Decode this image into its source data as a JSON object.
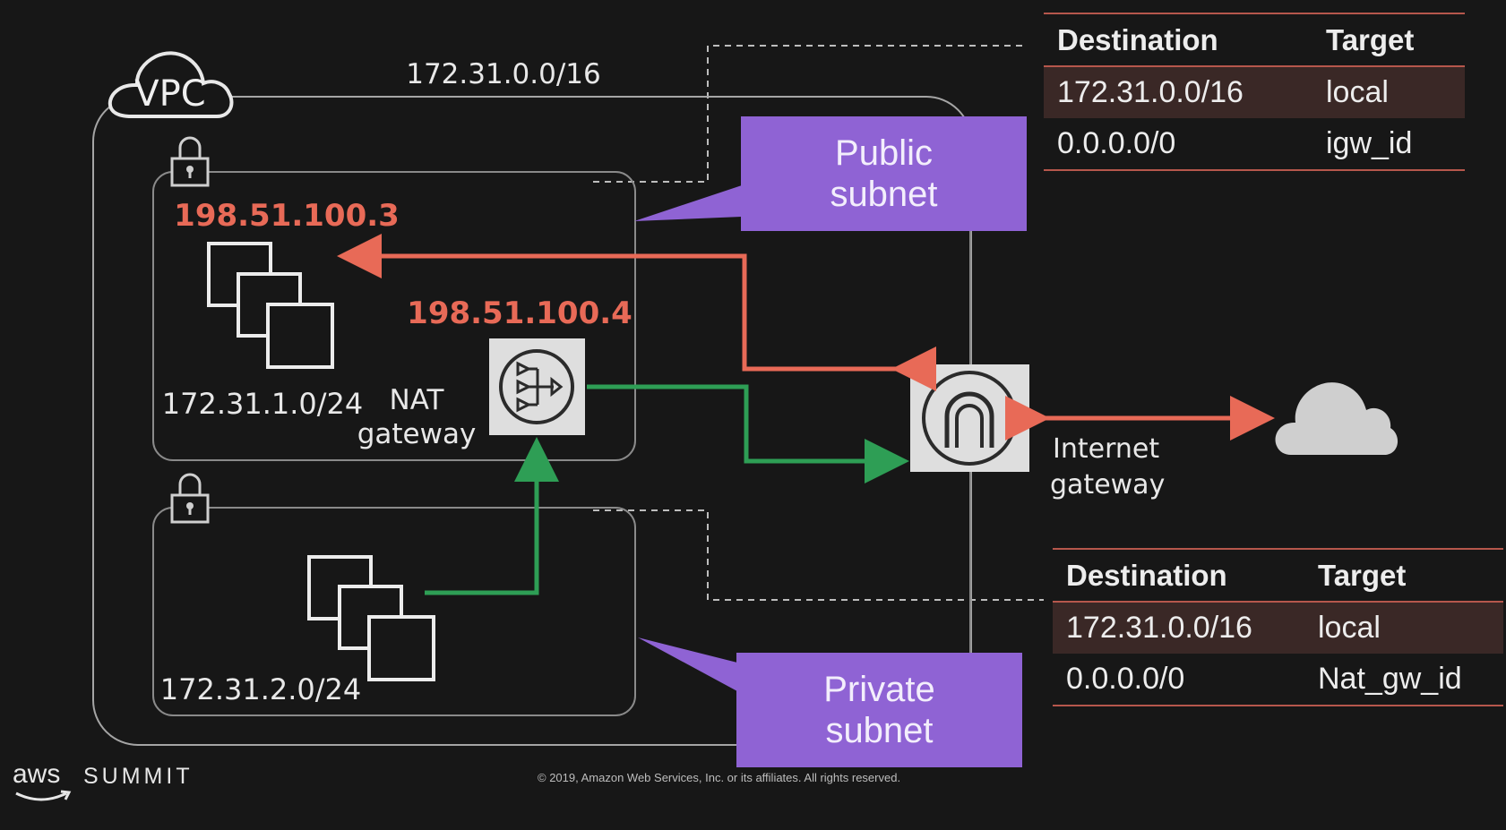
{
  "vpc": {
    "badge": "VPC",
    "cidr": "172.31.0.0/16"
  },
  "public_subnet": {
    "cidr": "172.31.1.0/24",
    "instance_ip": "198.51.100.3",
    "callout": "Public\nsubnet"
  },
  "nat_gateway": {
    "label_line1": "NAT",
    "label_line2": "gateway",
    "ip": "198.51.100.4"
  },
  "private_subnet": {
    "cidr": "172.31.2.0/24",
    "callout": "Private\nsubnet"
  },
  "internet_gateway": {
    "label_line1": "Internet",
    "label_line2": "gateway"
  },
  "public_route_table": {
    "headers": [
      "Destination",
      "Target"
    ],
    "rows": [
      [
        "172.31.0.0/16",
        "local"
      ],
      [
        "0.0.0.0/0",
        "igw_id"
      ]
    ]
  },
  "private_route_table": {
    "headers": [
      "Destination",
      "Target"
    ],
    "rows": [
      [
        "172.31.0.0/16",
        "local"
      ],
      [
        "0.0.0.0/0",
        "Nat_gw_id"
      ]
    ]
  },
  "footer": {
    "aws": "aws",
    "summit": "SUMMIT",
    "copyright": "© 2019, Amazon Web Services, Inc. or its affiliates. All rights reserved."
  },
  "colors": {
    "background": "#171717",
    "callout": "#8f63d4",
    "ip_text": "#e86a57",
    "red_arrow": "#e86a57",
    "green_arrow": "#2e9e55",
    "table_rule": "#b6574c"
  }
}
